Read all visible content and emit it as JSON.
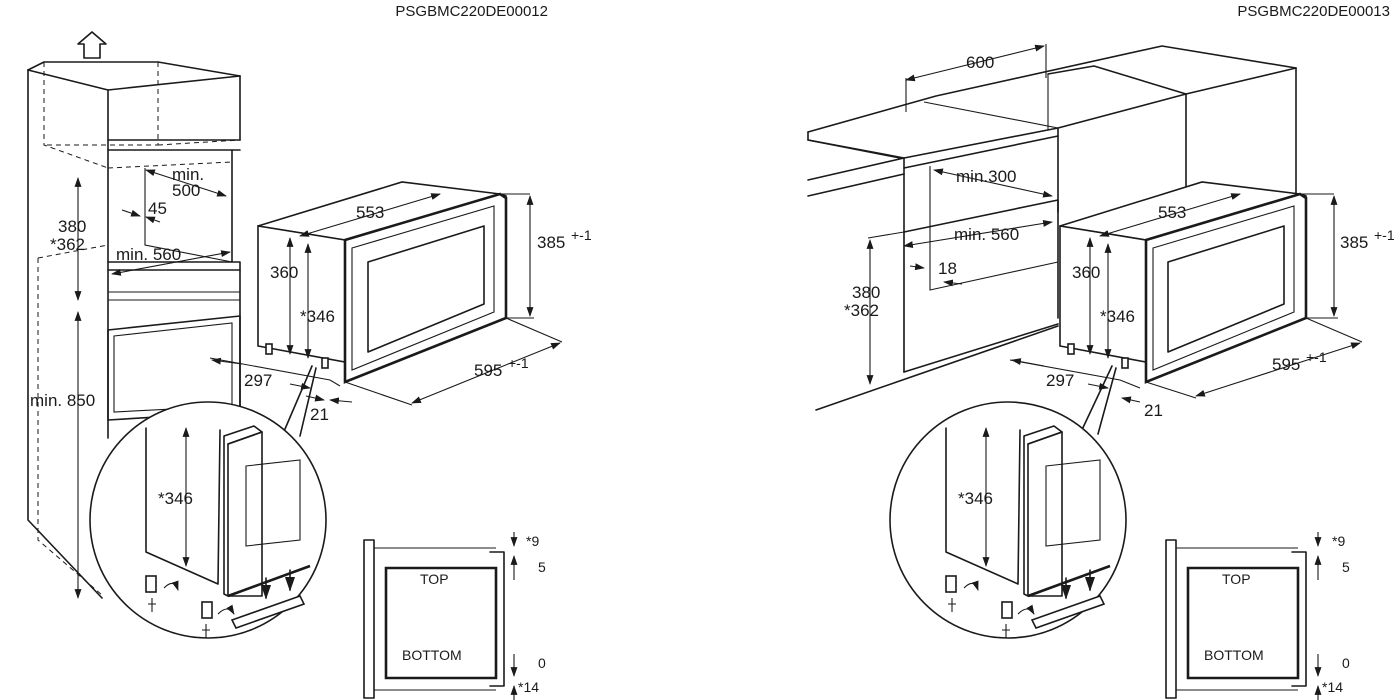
{
  "left": {
    "code": "PSGBMC220DE00012",
    "labels": {
      "min": "min.",
      "w500": "500",
      "d45": "45",
      "h380": "380",
      "h362": "*362",
      "min560": "min. 560",
      "min850": "min. 850",
      "w553": "553",
      "h385": "385",
      "tol385": "+-1",
      "h360": "360",
      "h346": "*346",
      "d297": "297",
      "w595": "595",
      "tol595": "+-1",
      "d21": "21",
      "zoom346": "*346"
    },
    "profile": {
      "top9": "*9",
      "top5": "5",
      "top": "TOP",
      "bottom": "BOTTOM",
      "bot0": "0",
      "bot14": "*14"
    }
  },
  "right": {
    "code": "PSGBMC220DE00013",
    "labels": {
      "w600": "600",
      "min300": "min.300",
      "min560": "min. 560",
      "d18": "18",
      "h380": "380",
      "h362": "*362",
      "w553": "553",
      "h385": "385",
      "tol385": "+-1",
      "h360": "360",
      "h346": "*346",
      "d297": "297",
      "w595": "595",
      "tol595": "+-1",
      "d21": "21",
      "zoom346": "*346"
    },
    "profile": {
      "top9": "*9",
      "top5": "5",
      "top": "TOP",
      "bottom": "BOTTOM",
      "bot0": "0",
      "bot14": "*14"
    }
  }
}
